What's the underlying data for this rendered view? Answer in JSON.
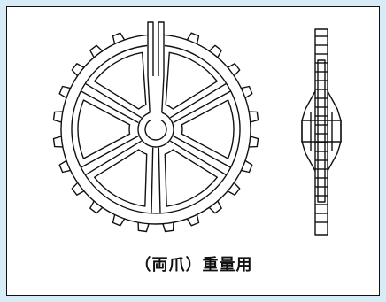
{
  "caption": "（両爪）重量用",
  "colors": {
    "background": "#d8ecf7",
    "panel": "#ffffff",
    "ink": "#111111"
  },
  "figures": [
    {
      "view": "front",
      "spokes": 6,
      "teeth": 24,
      "hub_slot": "top"
    },
    {
      "view": "side"
    }
  ]
}
